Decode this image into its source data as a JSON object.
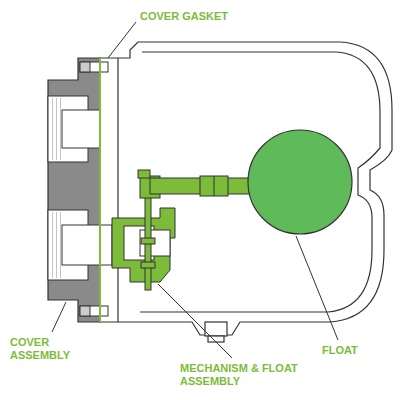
{
  "diagram": {
    "labels": [
      "COVER GASKET",
      "COVER ASSEMBLY",
      "MECHANISM & FLOAT ASSEMBLY",
      "FLOAT"
    ]
  }
}
